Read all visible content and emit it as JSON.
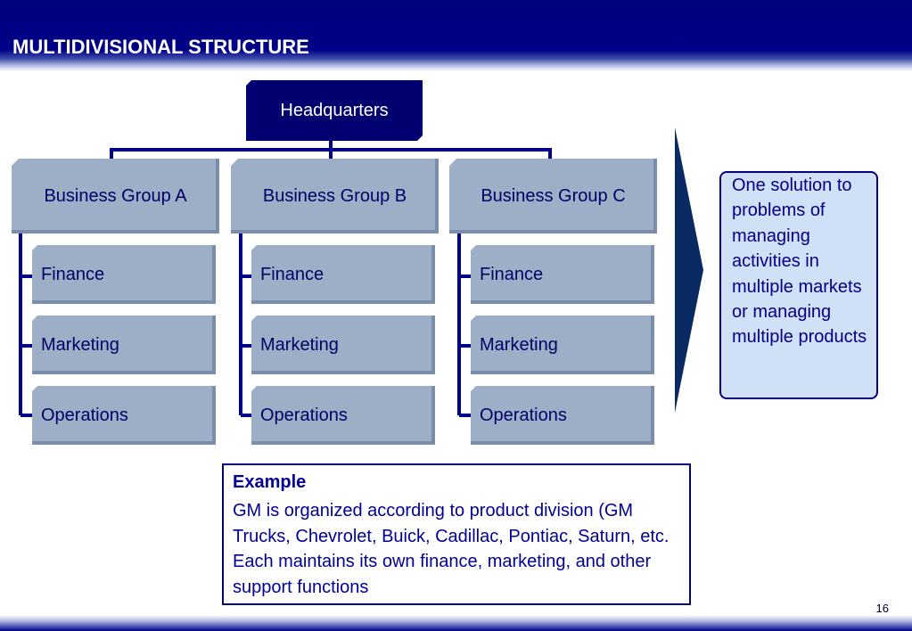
{
  "slide": {
    "title": "MULTIDIVISIONAL STRUCTURE",
    "page_number": "16"
  },
  "org_chart": {
    "headquarters": "Headquarters",
    "groups": [
      {
        "label": "Business Group A",
        "functions": [
          "Finance",
          "Marketing",
          "Operations"
        ]
      },
      {
        "label": "Business Group B",
        "functions": [
          "Finance",
          "Marketing",
          "Operations"
        ]
      },
      {
        "label": "Business Group C",
        "functions": [
          "Finance",
          "Marketing",
          "Operations"
        ]
      }
    ]
  },
  "callout": {
    "text": "One solution to problems of managing activities in multiple markets or managing multiple products"
  },
  "example": {
    "title": "Example",
    "body": "GM is organized according to product division (GM Trucks, Chevrolet, Buick, Cadillac, Pontiac, Saturn, etc. Each maintains its own finance, marketing, and other support functions"
  },
  "colors": {
    "header_blue": "#000088",
    "box_fill": "#9dafc7",
    "box_text": "#000066",
    "connector": "#000088",
    "callout_fill": "#cfe0f7"
  }
}
